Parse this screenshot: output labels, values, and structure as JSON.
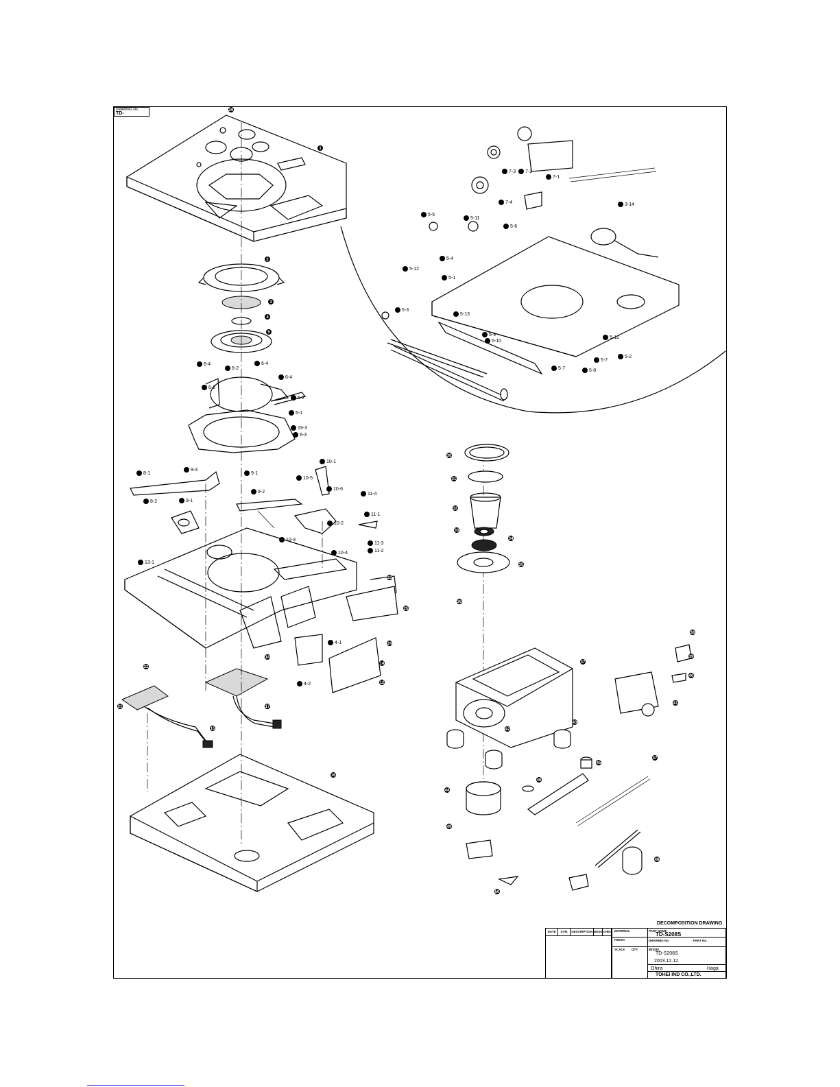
{
  "drawing_no_label": "DRAWING No.",
  "drawing_no_value": "TD-",
  "heading": "DECOMPOSITION DRAWING",
  "title_block": {
    "revision_headers": [
      "DATE",
      "SYM.",
      "DESCRIPTION",
      "DESIGNER",
      "CHECKER"
    ],
    "material_label": "MATERIAL",
    "part_name_label": "PART NAME",
    "part_name_value": "TD-S208S",
    "finish_label": "FINISH",
    "drawing_no_label": "DRAWING No.",
    "part_no_label": "PART No.",
    "scale_label": "SCALE",
    "qty_label": "QTY",
    "model_label": "MODEL",
    "model_value": "TD-S208S",
    "date_value": "2003.12.12",
    "drawn_value": "Ohira",
    "approved_value": "Haga",
    "company": "TOHEI IND CO.,LTD."
  },
  "callouts": {
    "screw_top": "26",
    "top_cover": "1",
    "clamper_holder": "2",
    "clamper_magnet": "3",
    "clamper_yoke": "4",
    "turntable": "5",
    "p6_4a": "6-4",
    "p6_2a": "6-2",
    "p6_4b": "6-4",
    "p6_2b": "6-2",
    "p6_4c": "6-4",
    "p6_3": "6-3",
    "p6_1": "6-1",
    "p6_2c": "6-2",
    "p19_3": "19-3",
    "p8_1": "8-1",
    "p8_2": "8-2",
    "p9_3": "9-3",
    "p9_1": "9-1",
    "p9_2": "9-2",
    "p10_1": "10-1",
    "p10_2": "10-2",
    "p10_3": "10-3",
    "p10_4": "10-4",
    "p10_5": "10-5",
    "p10_6": "10-6",
    "p11_1": "11-1",
    "p11_2": "11-2",
    "p11_3": "11-3",
    "p11_4": "11-4",
    "p13_1": "13-1",
    "p4_1": "4-1",
    "p4_2": "4-2",
    "p25": "25",
    "p9_1b": "9-1",
    "p18": "18",
    "p23": "23",
    "p24": "24",
    "p17": "17",
    "p21": "21",
    "p15": "15",
    "p14": "14",
    "p12": "12",
    "p22": "22",
    "bottom_chassis": "16",
    "i7_1": "7-1",
    "i7_2": "7-2",
    "i7_3": "7-3",
    "i7_4": "7-4",
    "i3_14": "3-14",
    "i5_11": "5-11",
    "i5_5": "5-5",
    "i5_6": "5-6",
    "i5_4": "5-4",
    "i5_12": "5-12",
    "i5_1": "5-1",
    "i5_13": "5-13",
    "i5_9": "5-9",
    "i5_10": "5-10",
    "i5_7": "5-7",
    "i5_8": "5-8",
    "i5_2": "5-2",
    "i5_12b": "5-12",
    "i5_7b": "5-7",
    "i5_3": "5-3",
    "pu_30": "30",
    "pu_31": "31",
    "pu_32": "32",
    "pu_33": "33",
    "pu_34": "34",
    "pu_35": "35",
    "pu_36": "36",
    "pu_37": "37",
    "pu_38": "38",
    "pu_39": "39",
    "pu_40": "40",
    "pu_41": "41",
    "pu_42": "42",
    "pu_43": "43",
    "pu_44": "44",
    "pu_45": "45",
    "pu_46": "46",
    "pu_47": "47",
    "pu_48": "48",
    "pu_49": "49",
    "pu_50": "50"
  }
}
